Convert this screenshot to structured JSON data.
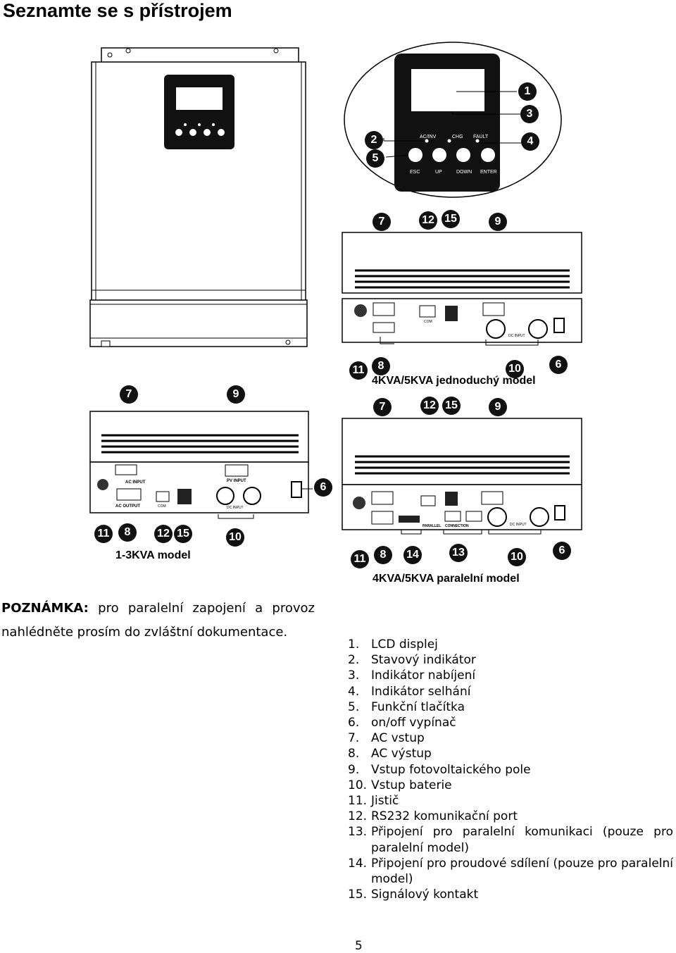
{
  "heading": "Seznamte se s přístrojem",
  "captions": {
    "single": "4KVA/5KVA jednoduchý model",
    "small": "1-3KVA model",
    "parallel": "4KVA/5KVA paralelní model"
  },
  "note": {
    "label": "POZNÁMKA:",
    "text": " pro paralelní zapojení a provoz nahlédněte prosím do zvláštní dokumentace."
  },
  "panel": {
    "indicators": [
      "AC/INV",
      "CHG",
      "FAULT"
    ],
    "buttons": [
      "ESC",
      "UP",
      "DOWN",
      "ENTER"
    ]
  },
  "port_labels": {
    "ac_input": "AC INPUT",
    "ac_output": "AC OUTPUT",
    "pv_input": "PV INPUT",
    "dc_input": "DC INPUT",
    "com": "COM",
    "parallel": "PARALLEL",
    "connection": "CONNECTION"
  },
  "callouts": {
    "single_top": [
      "7",
      "12",
      "15",
      "9"
    ],
    "single_bottom": [
      "11",
      "8",
      "10",
      "6"
    ],
    "par_top": [
      "7",
      "12",
      "15",
      "9"
    ],
    "par_bottom": [
      "11",
      "8",
      "14",
      "13",
      "10",
      "6"
    ],
    "small_top": [
      "7",
      "9"
    ],
    "small_side": [
      "6"
    ],
    "small_bottom": [
      "11",
      "8",
      "12",
      "15",
      "10"
    ],
    "zoom": [
      "1",
      "3",
      "2",
      "4",
      "5"
    ]
  },
  "legend": [
    {
      "n": "1.",
      "t": "LCD displej"
    },
    {
      "n": "2.",
      "t": "Stavový indikátor"
    },
    {
      "n": "3.",
      "t": "Indikátor nabíjení"
    },
    {
      "n": "4.",
      "t": "Indikátor selhání"
    },
    {
      "n": "5.",
      "t": "Funkční tlačítka"
    },
    {
      "n": "6.",
      "t": "on/off vypínač"
    },
    {
      "n": "7.",
      "t": "AC vstup"
    },
    {
      "n": "8.",
      "t": "AC výstup"
    },
    {
      "n": "9.",
      "t": "Vstup fotovoltaického pole"
    },
    {
      "n": "10.",
      "t": "Vstup baterie"
    },
    {
      "n": "11.",
      "t": "Jistič"
    },
    {
      "n": "12.",
      "t": "RS232 komunikační port"
    },
    {
      "n": "13.",
      "t": "Připojení pro paralelní komunikaci (pouze pro paralelní model)"
    },
    {
      "n": "14.",
      "t": "Připojení pro proudové sdílení (pouze pro paralelní model)"
    },
    {
      "n": "15.",
      "t": "Signálový kontakt"
    }
  ],
  "page_number": "5"
}
